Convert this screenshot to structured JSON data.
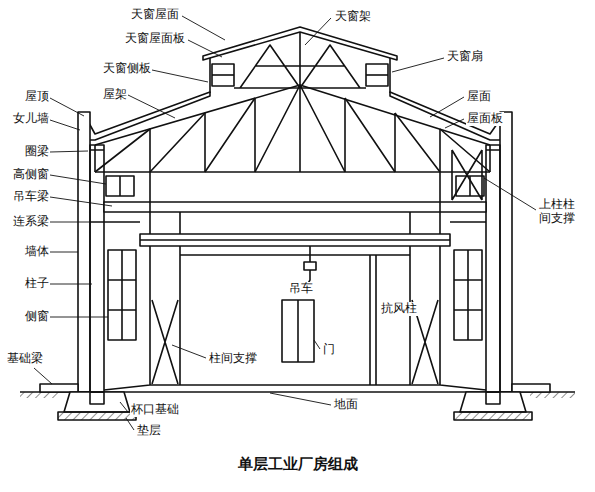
{
  "diagram": {
    "caption": "单层工业厂房组成",
    "labels": [
      "天窗屋面",
      "天窗架",
      "天窗屋面板",
      "天窗扇",
      "天窗侧板",
      "屋架",
      "屋顶",
      "女儿墙",
      "屋面",
      "屋面板",
      "圈梁",
      "高侧窗",
      "吊车梁",
      "上柱柱 间支撑",
      "连系梁",
      "墙体",
      "柱子",
      "侧窗",
      "吊车",
      "抗风柱",
      "柱间支撑",
      "门",
      "基础梁",
      "地面",
      "杯口基础",
      "垫层"
    ]
  }
}
